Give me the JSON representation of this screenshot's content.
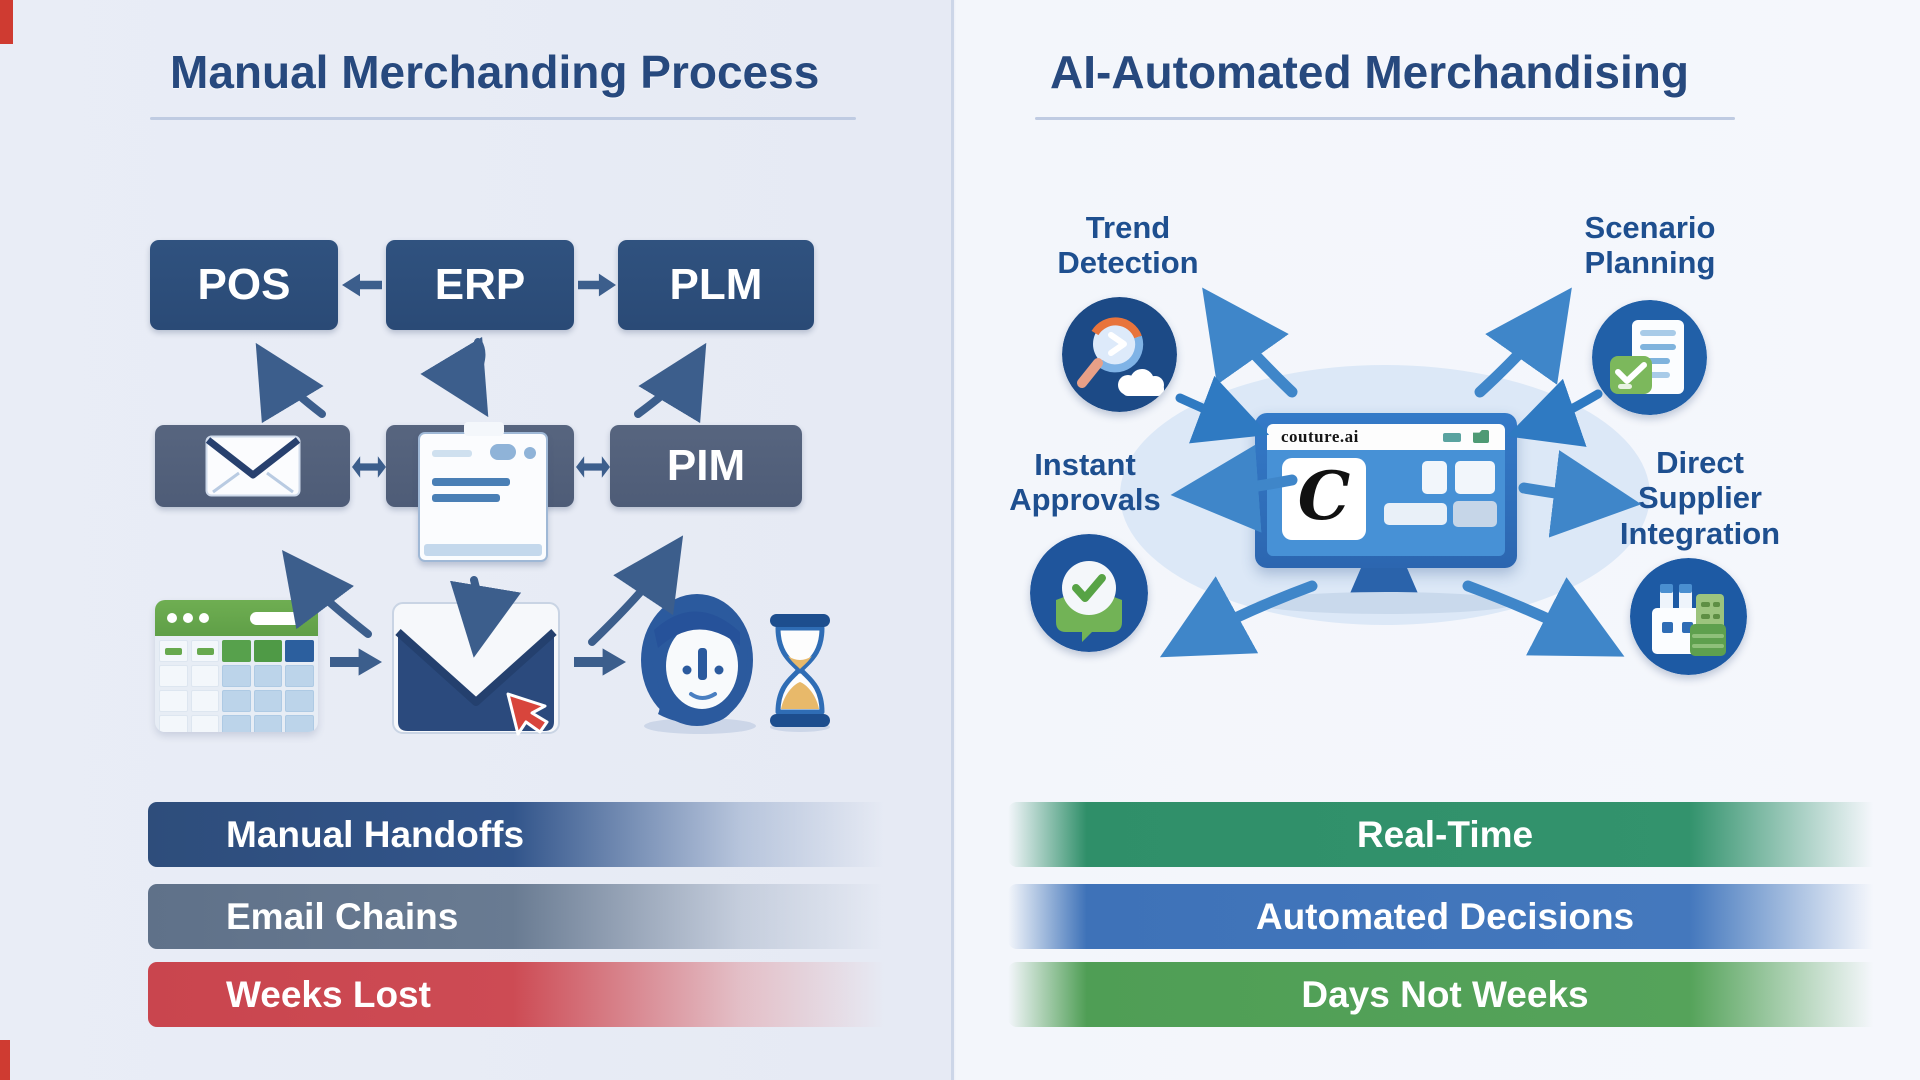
{
  "left": {
    "title": "Manual Merchanding Process",
    "boxes_row1": [
      {
        "label": "POS"
      },
      {
        "label": "ERP"
      },
      {
        "label": "PLM"
      }
    ],
    "row2": {
      "pim_label": "PIM",
      "icons": [
        "email-icon",
        "document-icon"
      ]
    },
    "row3_icons": [
      "spreadsheet-icon",
      "email-cursor-icon",
      "person-waiting-icon",
      "hourglass-icon"
    ],
    "bars": [
      {
        "label": "Manual Handoffs",
        "color": "#2e4d7b"
      },
      {
        "label": "Email Chains",
        "color": "#5f7189"
      },
      {
        "label": "Weeks Lost",
        "color": "#c9454e"
      }
    ]
  },
  "right": {
    "title": "AI-Automated Merchandising",
    "labels": {
      "trend": "Trend Detection",
      "scenario": "Scenario Planning",
      "approvals": "Instant Approvals",
      "supplier": "Direct Supplier Integration"
    },
    "hub_icons": [
      "trend-magnifier-icon",
      "scenario-checklist-icon",
      "approval-check-icon",
      "supplier-factory-icon"
    ],
    "monitor": {
      "browser_brand": "couture.ai",
      "logo_letter": "C"
    },
    "bars": [
      {
        "label": "Real-Time",
        "color": "#2f8f69"
      },
      {
        "label": "Automated Decisions",
        "color": "#3e72b8"
      },
      {
        "label": "Days Not Weeks",
        "color": "#4f9e55"
      }
    ]
  },
  "colors": {
    "title_blue": "#27497e",
    "box_dark_blue": "#2c4e7b",
    "box_slate": "#52607b",
    "arrow_left": "#3c5e8c",
    "arrow_right": "#3f86c9",
    "background_left": "#e7ebf5",
    "background_right": "#f4f6fb"
  }
}
